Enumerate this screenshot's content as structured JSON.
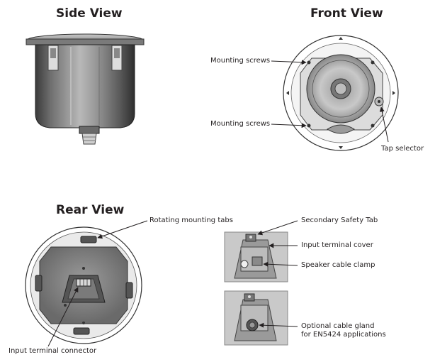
{
  "side_view": {
    "title": "Side View"
  },
  "front_view": {
    "title": "Front View",
    "labels": {
      "mounting_screws_top": "Mounting screws",
      "mounting_screws_bottom": "Mounting screws",
      "tap_selector": "Tap selector"
    }
  },
  "rear_view": {
    "title": "Rear View",
    "labels": {
      "rotating_mounting_tabs": "Rotating mounting tabs",
      "input_terminal_connector": "Input terminal connector",
      "secondary_safety_tab": "Secondary Safety Tab",
      "input_terminal_cover": "Input terminal cover",
      "speaker_cable_clamp": "Speaker cable clamp",
      "optional_cable_gland_line1": "Optional cable gland",
      "optional_cable_gland_line2": "for EN5424 applications"
    }
  },
  "colors": {
    "ink": "#231f20",
    "metal_dark": "#4a4a4a",
    "metal_mid": "#8a8a8a",
    "metal_light": "#d8d8d8",
    "panel_gray": "#a9a9a9"
  }
}
